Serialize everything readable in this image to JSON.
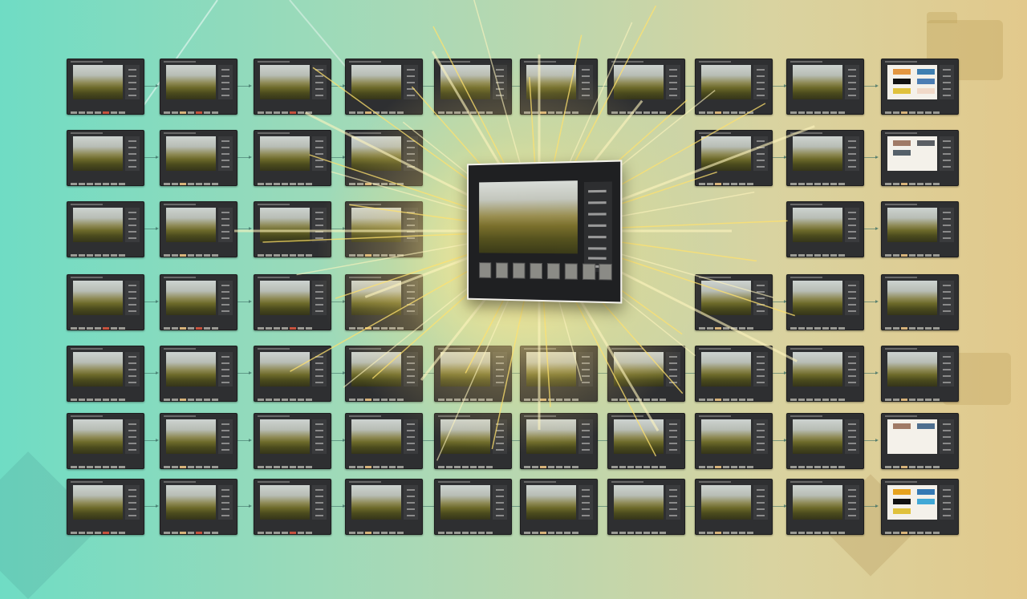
{
  "hero": {
    "title": "",
    "subtitle": "",
    "photo_icon": "landscape-photo",
    "panel_items": 8,
    "strip_items": 8
  },
  "grid": {
    "rows": 7,
    "columns": 10,
    "tile_type": "photo-editor-window",
    "swatch_tiles": [
      {
        "row": 0,
        "colors": [
          "#e39640",
          "#3f7fb1",
          "#111111",
          "#4b7db3",
          "#e0c13c",
          "#f0d9c8"
        ]
      },
      {
        "row": 1,
        "colors": [
          "#a07a66",
          "#5b5f64",
          "#556069"
        ]
      },
      {
        "row": 5,
        "colors": [
          "#a07a66",
          "#4f6f8f"
        ]
      },
      {
        "row": 6,
        "colors": [
          "#e6a21e",
          "#3479b4",
          "#111111",
          "#41a8d6",
          "#e0c13c"
        ]
      }
    ]
  },
  "colors": {
    "background_left": "#6fdcc4",
    "background_right": "#e2c98c",
    "tile_frame": "#2e2f31",
    "burst": "#fff2b0"
  }
}
